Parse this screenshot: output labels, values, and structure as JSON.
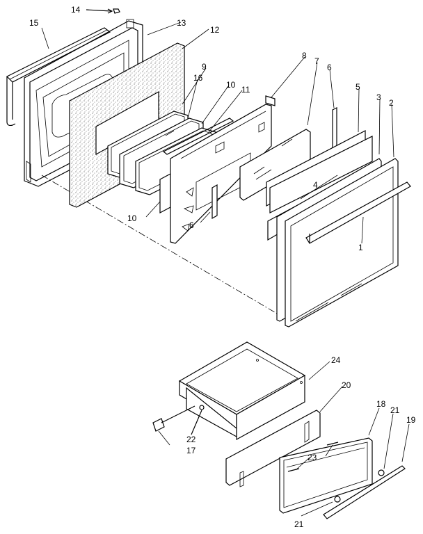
{
  "diagram": {
    "callouts": {
      "c1": "1",
      "c2": "2",
      "c3": "3",
      "c4": "4",
      "c5": "5",
      "c6a": "6",
      "c6b": "6",
      "c7": "7",
      "c8": "8",
      "c9": "9",
      "c10a": "10",
      "c10b": "10",
      "c11": "11",
      "c12": "12",
      "c13": "13",
      "c14": "14",
      "c15": "15",
      "c16": "16",
      "c17": "17",
      "c18": "18",
      "c19": "19",
      "c20": "20",
      "c21a": "21",
      "c21b": "21",
      "c22": "22",
      "c23": "23",
      "c24": "24"
    }
  }
}
